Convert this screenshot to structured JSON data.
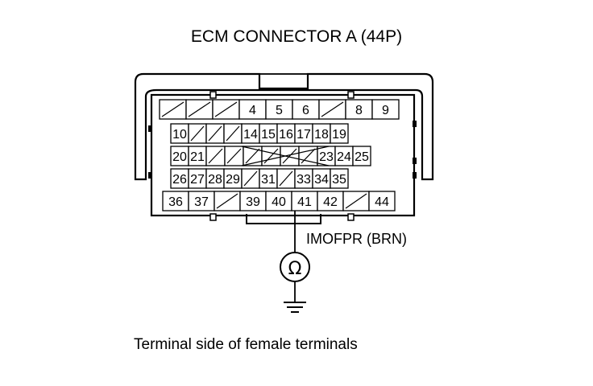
{
  "title": "ECM CONNECTOR A (44P)",
  "wire_label": "IMOFPR (BRN)",
  "meter_symbol": "Ω",
  "caption": "Terminal side of female terminals",
  "connector": {
    "rows": [
      [
        "",
        "",
        "",
        "4",
        "5",
        "6",
        "",
        "8",
        "9"
      ],
      [
        "10",
        "",
        "",
        "",
        "14",
        "15",
        "16",
        "17",
        "18",
        "19"
      ],
      [
        "20",
        "21",
        "",
        "",
        "",
        "",
        "",
        "",
        "23",
        "24",
        "25"
      ],
      [
        "26",
        "27",
        "28",
        "29",
        "",
        "31",
        "",
        "33",
        "34",
        "35"
      ],
      [
        "36",
        "37",
        "",
        "39",
        "40",
        "41",
        "42",
        "",
        "44"
      ]
    ],
    "probed_terminal": "41"
  }
}
